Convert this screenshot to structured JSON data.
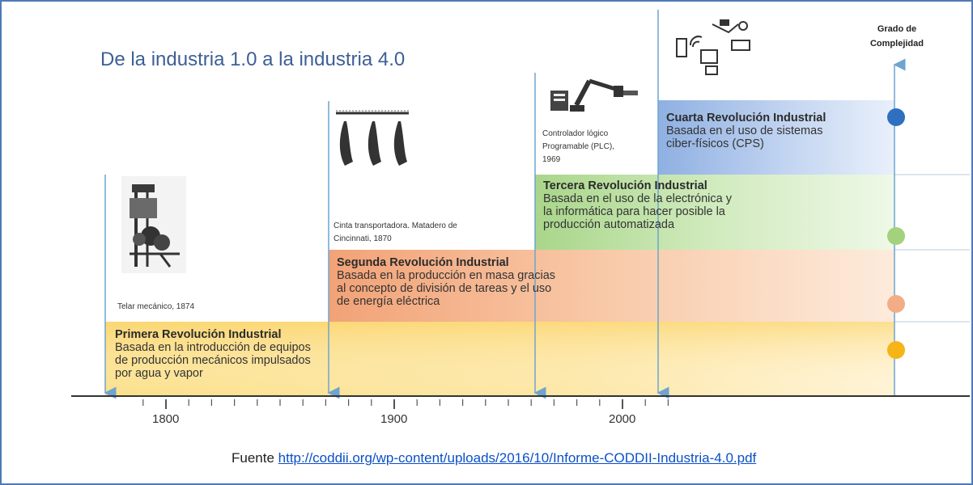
{
  "title": "De la industria 1.0 a la industria 4.0",
  "complexity_label_line1": "Grado de",
  "complexity_label_line2": "Complejidad",
  "revolutions": [
    {
      "title": "Primera Revolución Industrial",
      "lines": [
        "Basada en la introducción de equipos",
        "de producción mecánicos impulsados",
        "por agua y vapor"
      ],
      "color": "#f9c42f"
    },
    {
      "title": "Segunda Revolución Industrial",
      "lines": [
        "Basada en la producción en masa gracias",
        "al concepto de división de tareas y el uso",
        "de energía eléctrica"
      ],
      "color": "#f0935a"
    },
    {
      "title": "Tercera Revolución Industrial",
      "lines": [
        "Basada en el uso de la electrónica y",
        "la informática para hacer posible la",
        "producción automatizada"
      ],
      "color": "#8fc96a"
    },
    {
      "title": "Cuarta Revolución Industrial",
      "lines": [
        "Basada en el uso de sistemas",
        "ciber-físicos (CPS)"
      ],
      "color": "#2e6fc0"
    }
  ],
  "captions": {
    "loom": "Telar mecánico, 1874",
    "conveyor_line1": "Cinta transportadora. Matadero de",
    "conveyor_line2": "Cincinnati, 1870",
    "plc_line1": "Controlador lógico",
    "plc_line2": "Programable (PLC),",
    "plc_line3": "1969"
  },
  "axis_ticks": [
    "1800",
    "1900",
    "2000"
  ],
  "source": {
    "prefix": "Fuente ",
    "link": "http://coddii.org/wp-content/uploads/2016/10/Informe-CODDII-Industria-4.0.pdf"
  },
  "icons": [
    "loom-icon",
    "conveyor-icon",
    "robot-arm-icon",
    "cyber-physical-icon"
  ]
}
